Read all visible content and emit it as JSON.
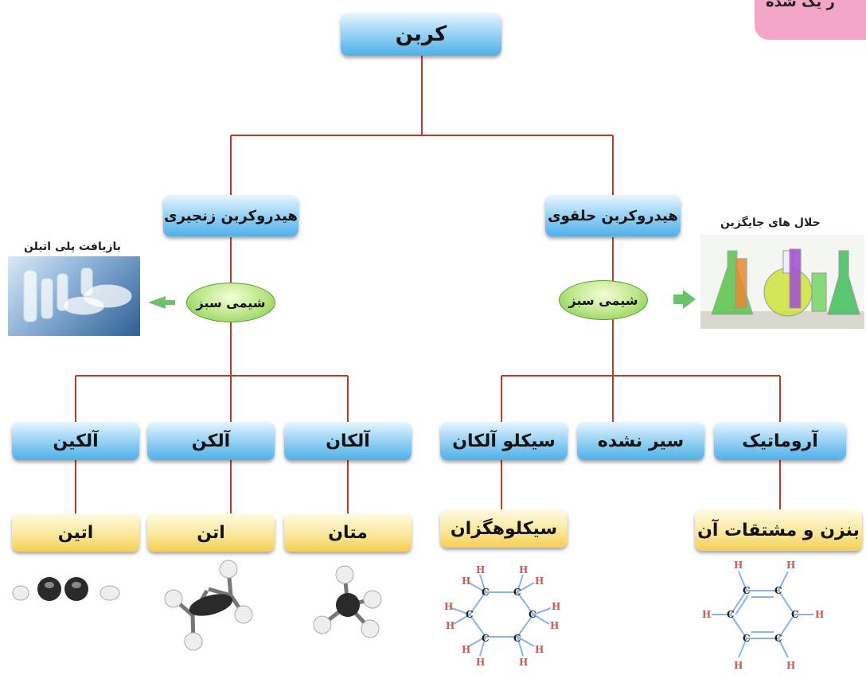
{
  "corner_label": "ر یک شده",
  "root": {
    "label": "کربن"
  },
  "branches": {
    "chain": {
      "label": "هیدروکربن زنجیری"
    },
    "ring": {
      "label": "هیدروکربن حلقوی"
    }
  },
  "green_chemistry": {
    "left": "شیمی سبز",
    "right": "شیمی سبز"
  },
  "captions": {
    "recycling": "بازیافت پلی اتیلن",
    "solvents": "حلال های جایگزین"
  },
  "categories": {
    "alkyne": "آلکین",
    "alkene": "آلکن",
    "alkane": "آلکان",
    "cycloalkane": "سیکلو آلکان",
    "saturated": "سیر نشده",
    "aromatic": "آروماتیک"
  },
  "examples": {
    "ethyne": "اتین",
    "ethene": "اتن",
    "methane": "متان",
    "cyclohexane": "سیکلوهگزان",
    "benzene": "بنزن و مشتقات آن"
  },
  "atom_labels": {
    "hydrogen": "H",
    "carbon": "C"
  },
  "colors": {
    "connector": "#c0392b",
    "blue_box": "#4fb0e8",
    "yellow_box": "#f5cf55",
    "green_oval": "#7cc447",
    "arrow": "#6cc26a",
    "hydrogen_text": "#d9534f",
    "carbon_text": "#222222",
    "bond": "#8ab4e6"
  }
}
